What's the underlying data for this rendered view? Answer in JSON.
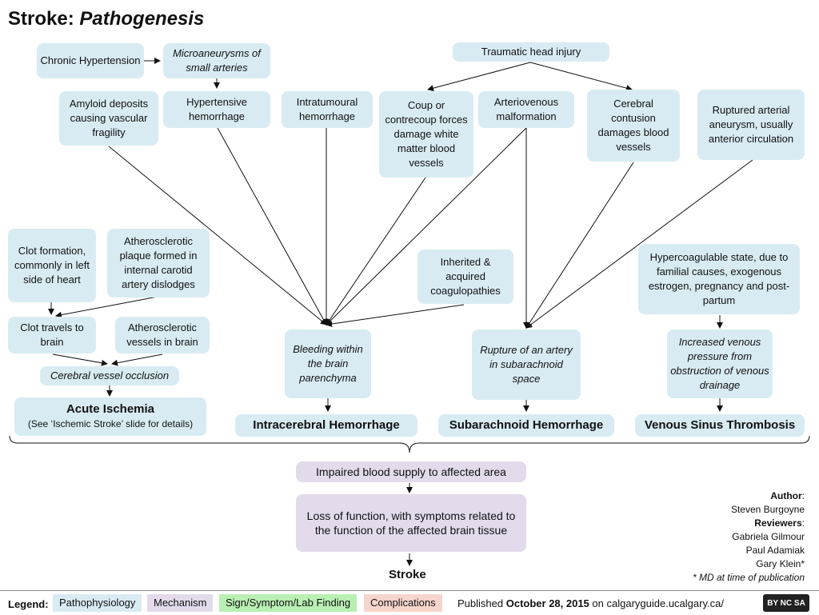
{
  "title": {
    "main": "Stroke:",
    "sub": "Pathogenesis"
  },
  "nodes": {
    "chronic_htn": "Chronic Hypertension",
    "microaneurysms": "Microaneurysms of small arteries",
    "amyloid": "Amyloid deposits causing vascular fragility",
    "htn_hemorrhage": "Hypertensive hemorrhage",
    "intratumoural": "Intratumoural hemorrhage",
    "traumatic": "Traumatic head injury",
    "coup": "Coup or contrecoup forces damage white matter blood vessels",
    "avm": "Arteriovenous malformation",
    "contusion": "Cerebral contusion damages blood vessels",
    "ruptured_aneurysm": "Ruptured arterial aneurysm, usually anterior circulation",
    "clot_formation": "Clot formation, commonly in left side of heart",
    "athero_plaque": "Atherosclerotic plaque formed in internal carotid artery dislodges",
    "clot_travels": "Clot travels to brain",
    "athero_vessels": "Atherosclerotic vessels in brain",
    "occlusion": "Cerebral vessel occlusion",
    "acute_ischemia_title": "Acute Ischemia",
    "acute_ischemia_sub": "(See ‘Ischemic Stroke’ slide for details)",
    "inherited": "Inherited & acquired coagulopathies",
    "hypercoag": "Hypercoagulable state, due to familial causes, exogenous estrogen, pregnancy and post-partum",
    "bleeding": "Bleeding within the brain parenchyma",
    "rupture": "Rupture of an artery in subarachnoid space",
    "venous_pressure": "Increased venous pressure from obstruction of venous drainage",
    "ich": "Intracerebral Hemorrhage",
    "sah": "Subarachnoid Hemorrhage",
    "vst": "Venous Sinus Thrombosis",
    "impaired": "Impaired blood supply to affected area",
    "loss": "Loss of function, with symptoms related to the function of the affected brain tissue",
    "stroke": "Stroke"
  },
  "credits": {
    "author_label": "Author",
    "author": "Steven Burgoyne",
    "reviewers_label": "Reviewers",
    "reviewers": [
      "Gabriela Gilmour",
      "Paul Adamiak",
      "Gary Klein*"
    ],
    "note": "* MD at time of publication"
  },
  "legend": {
    "label": "Legend:",
    "items": [
      {
        "label": "Pathophysiology",
        "color": "#d8ebf3"
      },
      {
        "label": "Mechanism",
        "color": "#e3dbec"
      },
      {
        "label": "Sign/Symptom/Lab Finding",
        "color": "#b9efb3"
      },
      {
        "label": "Complications",
        "color": "#f6d5cc"
      }
    ],
    "published_prefix": "Published",
    "published_date": "October 28, 2015",
    "published_suffix": "on calgaryguide.ucalgary.ca/",
    "license": "BY NC SA"
  },
  "colors": {
    "pathophysiology": "#d8ebf3",
    "mechanism": "#e3dbec",
    "arrow": "#111111"
  }
}
